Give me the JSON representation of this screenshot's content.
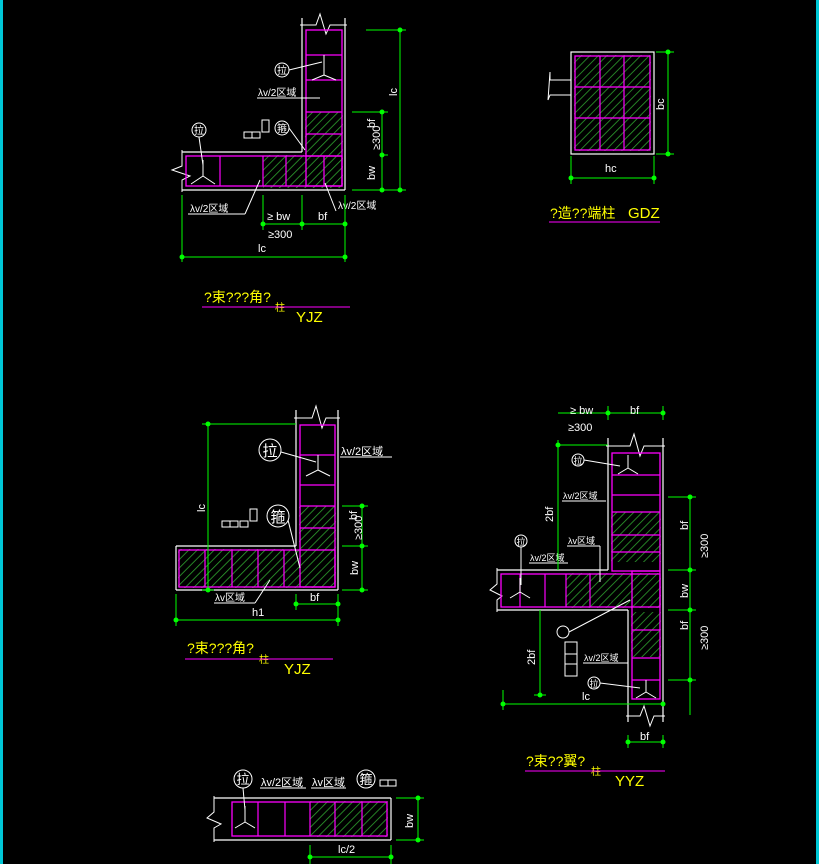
{
  "colors": {
    "background": "#000000",
    "wall": "#ffffff",
    "hatch": "#2fa12f",
    "rebar": "#ff00ff",
    "dimension": "#00ff00",
    "annotation": "#ffffff",
    "title": "#ffff00",
    "title_underline": "#ff00ff",
    "screen_edge": "#00c8d7"
  },
  "drawings": {
    "restrained_corner_1": {
      "title": "?束???角?",
      "title_small": "柱",
      "code": "YJZ",
      "labels": {
        "tie_bubble": "拉",
        "stirrup_bubble": "箍",
        "half_region": "λv/2区域",
        "half_region_low": "λv/2区域"
      },
      "dims": {
        "lc_v": "lc",
        "bf_v": "bf",
        "ge300_v": "≥300",
        "bw_v": "bw",
        "ge_bw": "≥ bw",
        "bf_h": "bf",
        "ge300_h": "≥300",
        "lc_h": "lc"
      }
    },
    "constructional_end": {
      "title": "?造??端柱",
      "code": "GDZ",
      "dims": {
        "bc": "bc",
        "hc": "hc"
      }
    },
    "restrained_corner_2": {
      "title": "?束???角?",
      "title_small": "柱",
      "code": "YJZ",
      "labels": {
        "tie_bubble": "拉",
        "stirrup_bubble": "箍",
        "half_region": "λv/2区域",
        "full_region": "λv区域"
      },
      "dims": {
        "lc_v": "lc",
        "bf_v": "bf",
        "ge300_v": "≥300",
        "bw_v": "bw",
        "h1": "h1",
        "bf_h": "bf"
      }
    },
    "restrained_flange": {
      "title": "?束??翼?",
      "title_small": "柱",
      "code": "YYZ",
      "labels": {
        "tie_bubble": "拉",
        "half_region_a": "λv/2区域",
        "half_region_b": "λv/2区域",
        "full_region": "λv区域",
        "half_region_c": "λv/2区域"
      },
      "dims": {
        "ge_bw": "≥ bw",
        "bf_top": "bf",
        "ge300_top": "≥300",
        "twobf_1": "2bf",
        "bf_v1": "bf",
        "ge300_v1": "≥300",
        "bw_v": "bw",
        "bf_v2": "bf",
        "ge300_v2": "≥300",
        "twobf_2": "2bf",
        "lc": "lc",
        "bf_bot": "bf"
      }
    },
    "restrained_end": {
      "labels": {
        "tie_bubble": "拉",
        "half_region": "λv/2区域",
        "full_region": "λv区域",
        "stirrup_bubble": "箍"
      },
      "dims": {
        "bw": "bw",
        "lc_half": "lc/2"
      }
    }
  }
}
